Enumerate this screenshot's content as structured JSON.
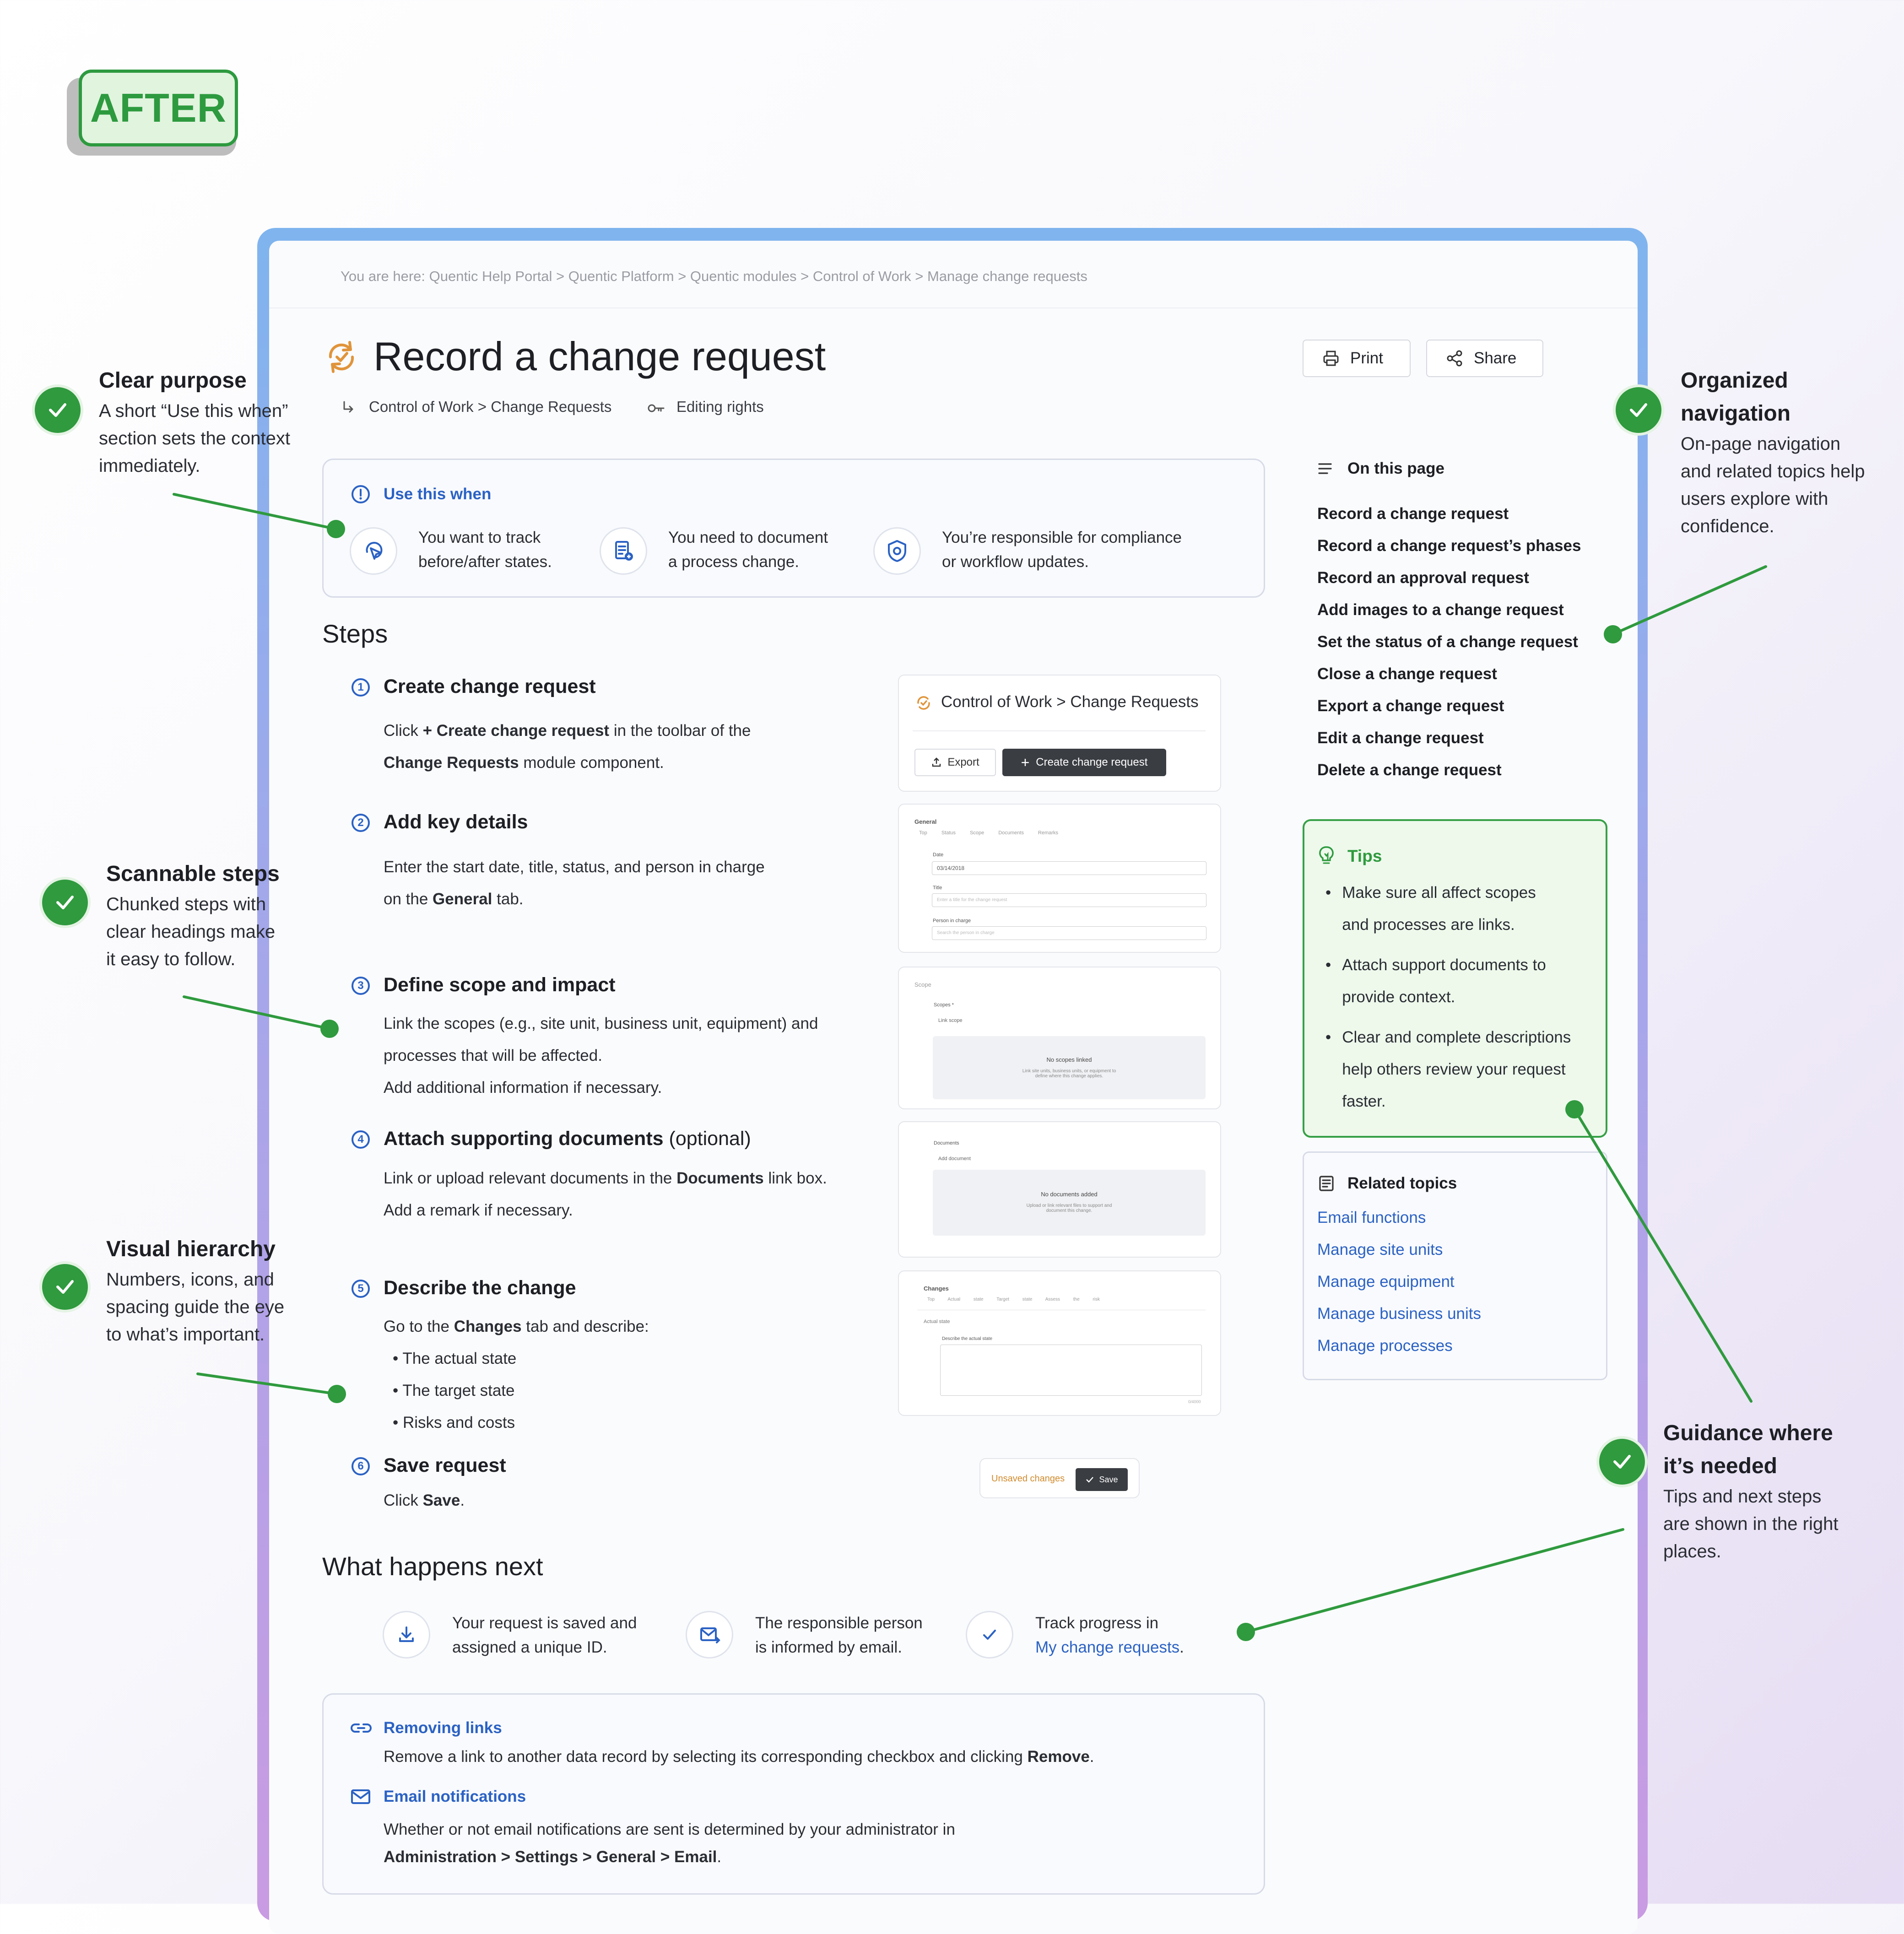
{
  "badge": "AFTER",
  "breadcrumb": "You are here: Quentic Help Portal > Quentic Platform > Quentic modules > Control of Work > Manage change requests",
  "title": "Record a change request",
  "meta": {
    "path": "Control of Work > Change Requests",
    "rights": "Editing rights"
  },
  "buttons": {
    "print": "Print",
    "share": "Share"
  },
  "use_when": {
    "heading": "Use this when",
    "items": [
      {
        "icon": "cursor-click-icon",
        "line1": "You want to track",
        "line2": "before/after states."
      },
      {
        "icon": "document-edit-icon",
        "line1": "You need to document",
        "line2": "a process change."
      },
      {
        "icon": "shield-check-icon",
        "line1": "You’re responsible for compliance",
        "line2": "or workflow updates."
      }
    ]
  },
  "steps_heading": "Steps",
  "steps": [
    {
      "num": "1",
      "title": "Create change request",
      "b1a": "Click ",
      "b1b": "+ Create change request",
      "b1c": " in the toolbar of the",
      "b2a": "Change Requests",
      "b2b": " module component."
    },
    {
      "num": "2",
      "title": "Add key details",
      "b1": "Enter the start date, title, status, and person in charge",
      "b2a": "on the ",
      "b2b": "General",
      "b2c": " tab."
    },
    {
      "num": "3",
      "title": "Define scope and impact",
      "b1": "Link the scopes (e.g., site unit, business unit, equipment) and",
      "b2": "processes that will be affected.",
      "b3": "Add additional information if necessary."
    },
    {
      "num": "4",
      "title": "Attach supporting documents",
      "title_suffix": " (optional)",
      "b1a": "Link or upload relevant documents in the ",
      "b1b": "Documents",
      "b1c": " link box.",
      "b2": "Add a remark if necessary."
    },
    {
      "num": "5",
      "title": "Describe the change",
      "b1a": "Go to the ",
      "b1b": "Changes",
      "b1c": " tab and describe:",
      "bullets": [
        "The actual state",
        "The target state",
        "Risks and costs"
      ]
    },
    {
      "num": "6",
      "title": "Save request",
      "b1a": "Click ",
      "b1b": "Save",
      "b1c": "."
    }
  ],
  "mock1": {
    "title": "Control of Work > Change Requests",
    "export": "Export",
    "create": "Create change request"
  },
  "mock2": {
    "tab": "General",
    "tabs": [
      "Top",
      "Status",
      "Scope",
      "Documents",
      "Remarks"
    ],
    "date_label": "Date",
    "date": "03/14/2018",
    "title_label": "Title",
    "title_ph": "Enter a title for the change request",
    "person_label": "Person in charge",
    "person_ph": "Search the person in charge"
  },
  "mock3": {
    "section": "Scope",
    "label": "Scopes *",
    "link": "Link scope",
    "empty": "No scopes linked",
    "hint1": "Link site units, business units, or equipment to",
    "hint2": "define where this change applies."
  },
  "mock4": {
    "label": "Documents",
    "link": "Add document",
    "empty": "No documents added",
    "hint1": "Upload or link relevant files to support and",
    "hint2": "document this change."
  },
  "mock5": {
    "tab": "Changes",
    "tabs": [
      "Top",
      "Actual state",
      "Target state",
      "Assess the risk"
    ],
    "section": "Actual state",
    "field": "Describe the actual state",
    "counter": "0/4000"
  },
  "mock6": {
    "unsaved": "Unsaved changes",
    "save": "Save"
  },
  "next": {
    "heading": "What happens next",
    "items": [
      {
        "icon": "download-icon",
        "line1": "Your request is saved and",
        "line2": "assigned a unique ID."
      },
      {
        "icon": "mail-forward-icon",
        "line1": "The responsible person",
        "line2": "is informed by email."
      },
      {
        "icon": "check-icon",
        "line1": "Track progress in",
        "link": "My change requests",
        "suffix": "."
      }
    ]
  },
  "notes": {
    "removing_title": "Removing links",
    "removing_a": "Remove a link to another data record by selecting its corresponding checkbox and clicking ",
    "removing_b": "Remove",
    "removing_c": ".",
    "email_title": "Email notifications",
    "email_1": "Whether or not email notifications are sent is determined by your administrator in",
    "email_2": "Administration > Settings > General > Email",
    "email_3": "."
  },
  "toc": {
    "heading": "On this page",
    "active": "Record a change request",
    "items": [
      "Record a change request’s phases",
      "Record an approval request",
      "Add images to a change request",
      "Set the status of a change request",
      "Close a change request",
      "Export a change request",
      "Edit a change request",
      "Delete a change request"
    ]
  },
  "tips": {
    "heading": "Tips",
    "items": [
      {
        "l1": "Make sure all affect scopes",
        "l2": "and processes are links."
      },
      {
        "l1": "Attach support documents to",
        "l2": "provide context."
      },
      {
        "l1": "Clear and complete descriptions",
        "l2": "help others review your request",
        "l3": "faster."
      }
    ]
  },
  "related": {
    "heading": "Related topics",
    "items": [
      "Email functions",
      "Manage site units",
      "Manage equipment",
      "Manage business units",
      "Manage processes"
    ]
  },
  "annotations": {
    "purpose": {
      "title": "Clear purpose",
      "l1": "A short “Use this when”",
      "l2": "section sets the context",
      "l3": "immediately."
    },
    "steps": {
      "title": "Scannable steps",
      "l1": "Chunked steps with",
      "l2": "clear headings make",
      "l3": "it easy to follow."
    },
    "hierarchy": {
      "title": "Visual hierarchy",
      "l1": "Numbers, icons, and",
      "l2": "spacing guide the eye",
      "l3": "to what’s important."
    },
    "navigation": {
      "t1": "Organized",
      "t2": "navigation",
      "l1": "On-page navigation",
      "l2": "and related topics help",
      "l3": "users explore with",
      "l4": "confidence."
    },
    "guidance": {
      "t1": "Guidance where",
      "t2": "it’s needed",
      "l1": "Tips and next steps",
      "l2": "are shown in the right",
      "l3": "places."
    }
  },
  "colors": {
    "accent": "#2b62c4",
    "green": "#2f9a3e",
    "orange": "#e0943a"
  }
}
